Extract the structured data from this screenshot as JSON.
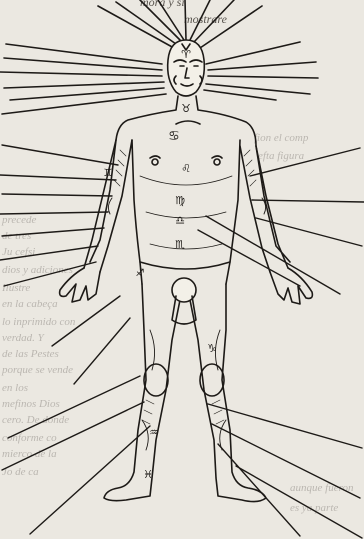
{
  "header_lines": [
    "morá y sí",
    "mostrare"
  ],
  "bleed_lines": [
    "fion el comp",
    "efta figura",
    "precede",
    "de tres",
    "Ju cefsi",
    "dios y adiciones",
    "Ilustre",
    "en la cabeça",
    "lo inprimido con",
    "verdad. Y",
    "de las Pestes",
    "porque se vende",
    "en los",
    "mefinos Dios",
    "cero. De donde",
    "conforme co",
    "mierco de la",
    "Jo de ca",
    "aunque fueron",
    "es ya parte"
  ],
  "zodiac_glyphs": [
    "♈",
    "♉",
    "♋",
    "♌",
    "♍",
    "♎",
    "♏",
    "♐",
    "♑",
    "♒",
    "♓",
    "♊"
  ]
}
